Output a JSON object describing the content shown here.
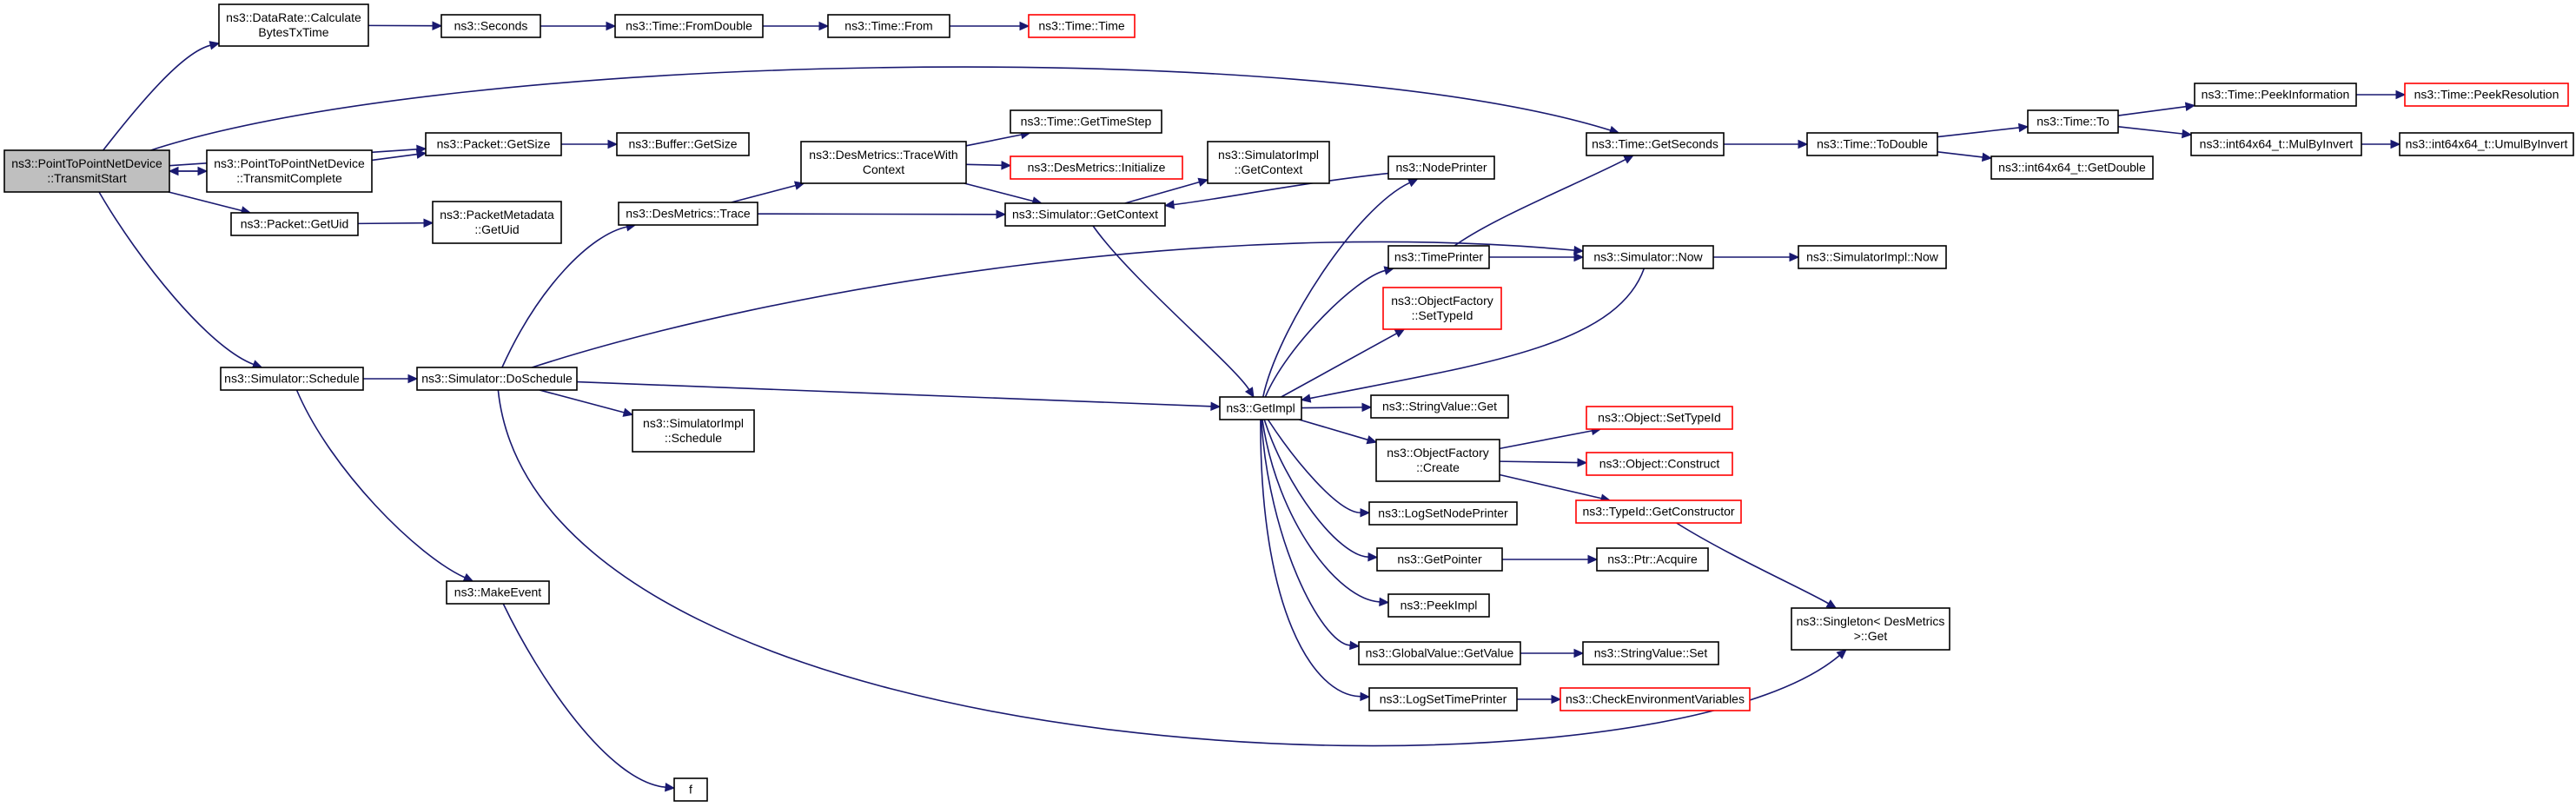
{
  "graph": {
    "nodes": [
      {
        "id": "root",
        "lines": [
          "ns3::PointToPointNetDevice",
          "::TransmitStart"
        ],
        "style": "root"
      },
      {
        "id": "drcalc",
        "lines": [
          "ns3::DataRate::Calculate",
          "BytesTxTime"
        ],
        "style": "normal"
      },
      {
        "id": "seconds",
        "lines": [
          "ns3::Seconds"
        ],
        "style": "normal"
      },
      {
        "id": "fromdouble",
        "lines": [
          "ns3::Time::FromDouble"
        ],
        "style": "normal"
      },
      {
        "id": "timefrom",
        "lines": [
          "ns3::Time::From"
        ],
        "style": "normal"
      },
      {
        "id": "timetime",
        "lines": [
          "ns3::Time::Time"
        ],
        "style": "truncated"
      },
      {
        "id": "txcomplete",
        "lines": [
          "ns3::PointToPointNetDevice",
          "::TransmitComplete"
        ],
        "style": "normal"
      },
      {
        "id": "pktsize",
        "lines": [
          "ns3::Packet::GetSize"
        ],
        "style": "normal"
      },
      {
        "id": "bufsize",
        "lines": [
          "ns3::Buffer::GetSize"
        ],
        "style": "normal"
      },
      {
        "id": "pktuid",
        "lines": [
          "ns3::Packet::GetUid"
        ],
        "style": "normal"
      },
      {
        "id": "pmuid",
        "lines": [
          "ns3::PacketMetadata",
          "::GetUid"
        ],
        "style": "normal"
      },
      {
        "id": "dmtrace",
        "lines": [
          "ns3::DesMetrics::Trace"
        ],
        "style": "normal"
      },
      {
        "id": "dmtracewith",
        "lines": [
          "ns3::DesMetrics::TraceWith",
          "Context"
        ],
        "style": "normal"
      },
      {
        "id": "timestep",
        "lines": [
          "ns3::Time::GetTimeStep"
        ],
        "style": "normal"
      },
      {
        "id": "dminit",
        "lines": [
          "ns3::DesMetrics::Initialize"
        ],
        "style": "truncated"
      },
      {
        "id": "simgetctx",
        "lines": [
          "ns3::Simulator::GetContext"
        ],
        "style": "normal"
      },
      {
        "id": "siglgetctx",
        "lines": [
          "ns3::SimulatorImpl",
          "::GetContext"
        ],
        "style": "normal"
      },
      {
        "id": "nodeprinter",
        "lines": [
          "ns3::NodePrinter"
        ],
        "style": "normal"
      },
      {
        "id": "timeprinter",
        "lines": [
          "ns3::TimePrinter"
        ],
        "style": "normal"
      },
      {
        "id": "ofsettype",
        "lines": [
          "ns3::ObjectFactory",
          "::SetTypeId"
        ],
        "style": "truncated"
      },
      {
        "id": "getimpl",
        "lines": [
          "ns3::GetImpl"
        ],
        "style": "normal"
      },
      {
        "id": "svget",
        "lines": [
          "ns3::StringValue::Get"
        ],
        "style": "normal"
      },
      {
        "id": "ofcreate",
        "lines": [
          "ns3::ObjectFactory",
          "::Create"
        ],
        "style": "normal"
      },
      {
        "id": "logsetnode",
        "lines": [
          "ns3::LogSetNodePrinter"
        ],
        "style": "normal"
      },
      {
        "id": "getpointer",
        "lines": [
          "ns3::GetPointer"
        ],
        "style": "normal"
      },
      {
        "id": "peekimpl",
        "lines": [
          "ns3::PeekImpl"
        ],
        "style": "normal"
      },
      {
        "id": "gvgetval",
        "lines": [
          "ns3::GlobalValue::GetValue"
        ],
        "style": "normal"
      },
      {
        "id": "logsettime",
        "lines": [
          "ns3::LogSetTimePrinter"
        ],
        "style": "normal"
      },
      {
        "id": "simschedule",
        "lines": [
          "ns3::Simulator::Schedule"
        ],
        "style": "normal"
      },
      {
        "id": "simdoschedule",
        "lines": [
          "ns3::Simulator::DoSchedule"
        ],
        "style": "normal"
      },
      {
        "id": "simimplschedule",
        "lines": [
          "ns3::SimulatorImpl",
          "::Schedule"
        ],
        "style": "normal"
      },
      {
        "id": "makeevent",
        "lines": [
          "ns3::MakeEvent"
        ],
        "style": "normal"
      },
      {
        "id": "f",
        "lines": [
          "f"
        ],
        "style": "normal"
      },
      {
        "id": "simnow",
        "lines": [
          "ns3::Simulator::Now"
        ],
        "style": "normal"
      },
      {
        "id": "simimplnow",
        "lines": [
          "ns3::SimulatorImpl::Now"
        ],
        "style": "normal"
      },
      {
        "id": "timegetsec",
        "lines": [
          "ns3::Time::GetSeconds"
        ],
        "style": "normal"
      },
      {
        "id": "timetodouble",
        "lines": [
          "ns3::Time::ToDouble"
        ],
        "style": "normal"
      },
      {
        "id": "timeto",
        "lines": [
          "ns3::Time::To"
        ],
        "style": "normal"
      },
      {
        "id": "int64getdouble",
        "lines": [
          "ns3::int64x64_t::GetDouble"
        ],
        "style": "normal"
      },
      {
        "id": "peekinfo",
        "lines": [
          "ns3::Time::PeekInformation"
        ],
        "style": "normal"
      },
      {
        "id": "peekres",
        "lines": [
          "ns3::Time::PeekResolution"
        ],
        "style": "truncated"
      },
      {
        "id": "mulbyinv",
        "lines": [
          "ns3::int64x64_t::MulByInvert"
        ],
        "style": "normal"
      },
      {
        "id": "umulbyinv",
        "lines": [
          "ns3::int64x64_t::UmulByInvert"
        ],
        "style": "normal"
      },
      {
        "id": "objsettype",
        "lines": [
          "ns3::Object::SetTypeId"
        ],
        "style": "truncated"
      },
      {
        "id": "objconstruct",
        "lines": [
          "ns3::Object::Construct"
        ],
        "style": "truncated"
      },
      {
        "id": "typegetctor",
        "lines": [
          "ns3::TypeId::GetConstructor"
        ],
        "style": "truncated"
      },
      {
        "id": "ptracquire",
        "lines": [
          "ns3::Ptr::Acquire"
        ],
        "style": "normal"
      },
      {
        "id": "svset",
        "lines": [
          "ns3::StringValue::Set"
        ],
        "style": "normal"
      },
      {
        "id": "checkenv",
        "lines": [
          "ns3::CheckEnvironmentVariables"
        ],
        "style": "truncated"
      },
      {
        "id": "singleton",
        "lines": [
          "ns3::Singleton< DesMetrics",
          " >::Get"
        ],
        "style": "normal"
      }
    ],
    "edges": [
      [
        "root",
        "drcalc"
      ],
      [
        "root",
        "timegetsec"
      ],
      [
        "root",
        "pktsize"
      ],
      [
        "root",
        "txcomplete"
      ],
      [
        "root",
        "pktuid"
      ],
      [
        "root",
        "simschedule"
      ],
      [
        "txcomplete",
        "root"
      ],
      [
        "txcomplete",
        "pktsize"
      ],
      [
        "drcalc",
        "seconds"
      ],
      [
        "seconds",
        "fromdouble"
      ],
      [
        "fromdouble",
        "timefrom"
      ],
      [
        "timefrom",
        "timetime"
      ],
      [
        "pktsize",
        "bufsize"
      ],
      [
        "pktuid",
        "pmuid"
      ],
      [
        "simschedule",
        "simdoschedule"
      ],
      [
        "simschedule",
        "makeevent"
      ],
      [
        "makeevent",
        "f"
      ],
      [
        "simdoschedule",
        "dmtrace"
      ],
      [
        "simdoschedule",
        "simnow"
      ],
      [
        "simdoschedule",
        "getimpl"
      ],
      [
        "simdoschedule",
        "simimplschedule"
      ],
      [
        "simdoschedule",
        "singleton"
      ],
      [
        "dmtrace",
        "dmtracewith"
      ],
      [
        "dmtrace",
        "simgetctx"
      ],
      [
        "dmtracewith",
        "timestep"
      ],
      [
        "dmtracewith",
        "dminit"
      ],
      [
        "dmtracewith",
        "simgetctx"
      ],
      [
        "simgetctx",
        "siglgetctx"
      ],
      [
        "simgetctx",
        "getimpl"
      ],
      [
        "getimpl",
        "nodeprinter"
      ],
      [
        "getimpl",
        "timeprinter"
      ],
      [
        "getimpl",
        "ofsettype"
      ],
      [
        "getimpl",
        "svget"
      ],
      [
        "getimpl",
        "ofcreate"
      ],
      [
        "getimpl",
        "logsetnode"
      ],
      [
        "getimpl",
        "getpointer"
      ],
      [
        "getimpl",
        "peekimpl"
      ],
      [
        "getimpl",
        "gvgetval"
      ],
      [
        "getimpl",
        "logsettime"
      ],
      [
        "nodeprinter",
        "simgetctx"
      ],
      [
        "timeprinter",
        "timegetsec"
      ],
      [
        "timeprinter",
        "simnow"
      ],
      [
        "simnow",
        "simimplnow"
      ],
      [
        "simnow",
        "getimpl"
      ],
      [
        "ofcreate",
        "objsettype"
      ],
      [
        "ofcreate",
        "objconstruct"
      ],
      [
        "ofcreate",
        "typegetctor"
      ],
      [
        "typegetctor",
        "singleton"
      ],
      [
        "getpointer",
        "ptracquire"
      ],
      [
        "gvgetval",
        "svset"
      ],
      [
        "logsettime",
        "checkenv"
      ],
      [
        "timegetsec",
        "timetodouble"
      ],
      [
        "timetodouble",
        "timeto"
      ],
      [
        "timetodouble",
        "int64getdouble"
      ],
      [
        "timeto",
        "peekinfo"
      ],
      [
        "timeto",
        "mulbyinv"
      ],
      [
        "peekinfo",
        "peekres"
      ],
      [
        "mulbyinv",
        "umulbyinv"
      ]
    ]
  }
}
